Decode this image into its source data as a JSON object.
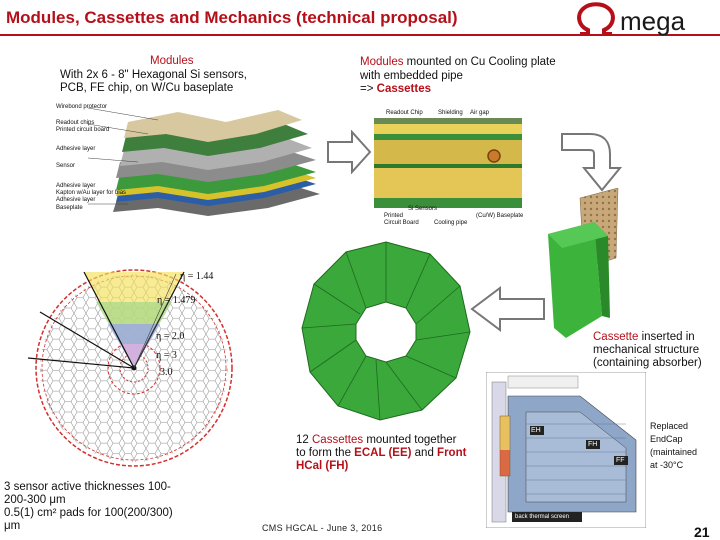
{
  "slide": {
    "title": "Modules, Cassettes and Mechanics (technical proposal)",
    "logo_text": "mega",
    "slide_number": "21",
    "footer": "CMS HGCAL -  June 3, 2016"
  },
  "modules_block": {
    "heading": "Modules",
    "line1": "With 2x 6 - 8\" Hexagonal Si sensors,",
    "line2": "PCB, FE chip, on W/Cu baseplate"
  },
  "mounted_block": {
    "red_word": "Modules",
    "line1_rest": " mounted on Cu Cooling plate",
    "line2": "with embedded pipe",
    "line3_prefix": "=> ",
    "line3_red": "Cassettes"
  },
  "stack_labels": [
    "Wirebond protector",
    "Readout chips",
    "Printed circuit board",
    "Adhesive layer",
    "Sensor",
    "Adhesive layer",
    "Kapton w/Au layer for bias",
    "Adhesive layer",
    "Baseplate"
  ],
  "cassette_labels": {
    "readout_chip": "Readout Chip",
    "shielding": "Shielding",
    "air_gap": "Air gap",
    "si_sensors": "Si Sensors",
    "printed": "Printed",
    "circuit_board": "Circuit Board",
    "cooling_pipe": "Cooling pipe",
    "baseplate": "(Cu/W) Baseplate"
  },
  "eta_labels": [
    "η = 1.44",
    "η = 1.479",
    "η = 2.0",
    "η = 3",
    "3.0"
  ],
  "cassette_block": {
    "red_word": "Cassette",
    "line1_rest": " inserted in",
    "line2": "mechanical structure",
    "line3": "(containing absorber)"
  },
  "cassettes12_block": {
    "line1_prefix": "12 ",
    "line1_red": "Cassettes",
    "line1_rest": " mounted together",
    "line2_prefix": "to form the ",
    "line2_red1": "ECAL (EE)",
    "line2_mid": " and ",
    "line2_red2": "Front",
    "line3_red": "HCal (FH)"
  },
  "sensor_block": {
    "line1": "3 sensor active thicknesses 100-",
    "line2": "200-300 μm",
    "line3": "0.5(1) cm² pads for 100(200/300)",
    "line4": "μm"
  },
  "endcap_block": {
    "line1": "Replaced",
    "line2": "EndCap",
    "line3": "(maintained",
    "line4": "at -30°C"
  },
  "detector_labels": {
    "eh": "EH",
    "fh": "FH",
    "ff": "FF",
    "back": "back thermal screen"
  },
  "colors": {
    "accent": "#b5101a",
    "green_module": "#3cb43c",
    "arrow_fill": "#ffffff"
  }
}
